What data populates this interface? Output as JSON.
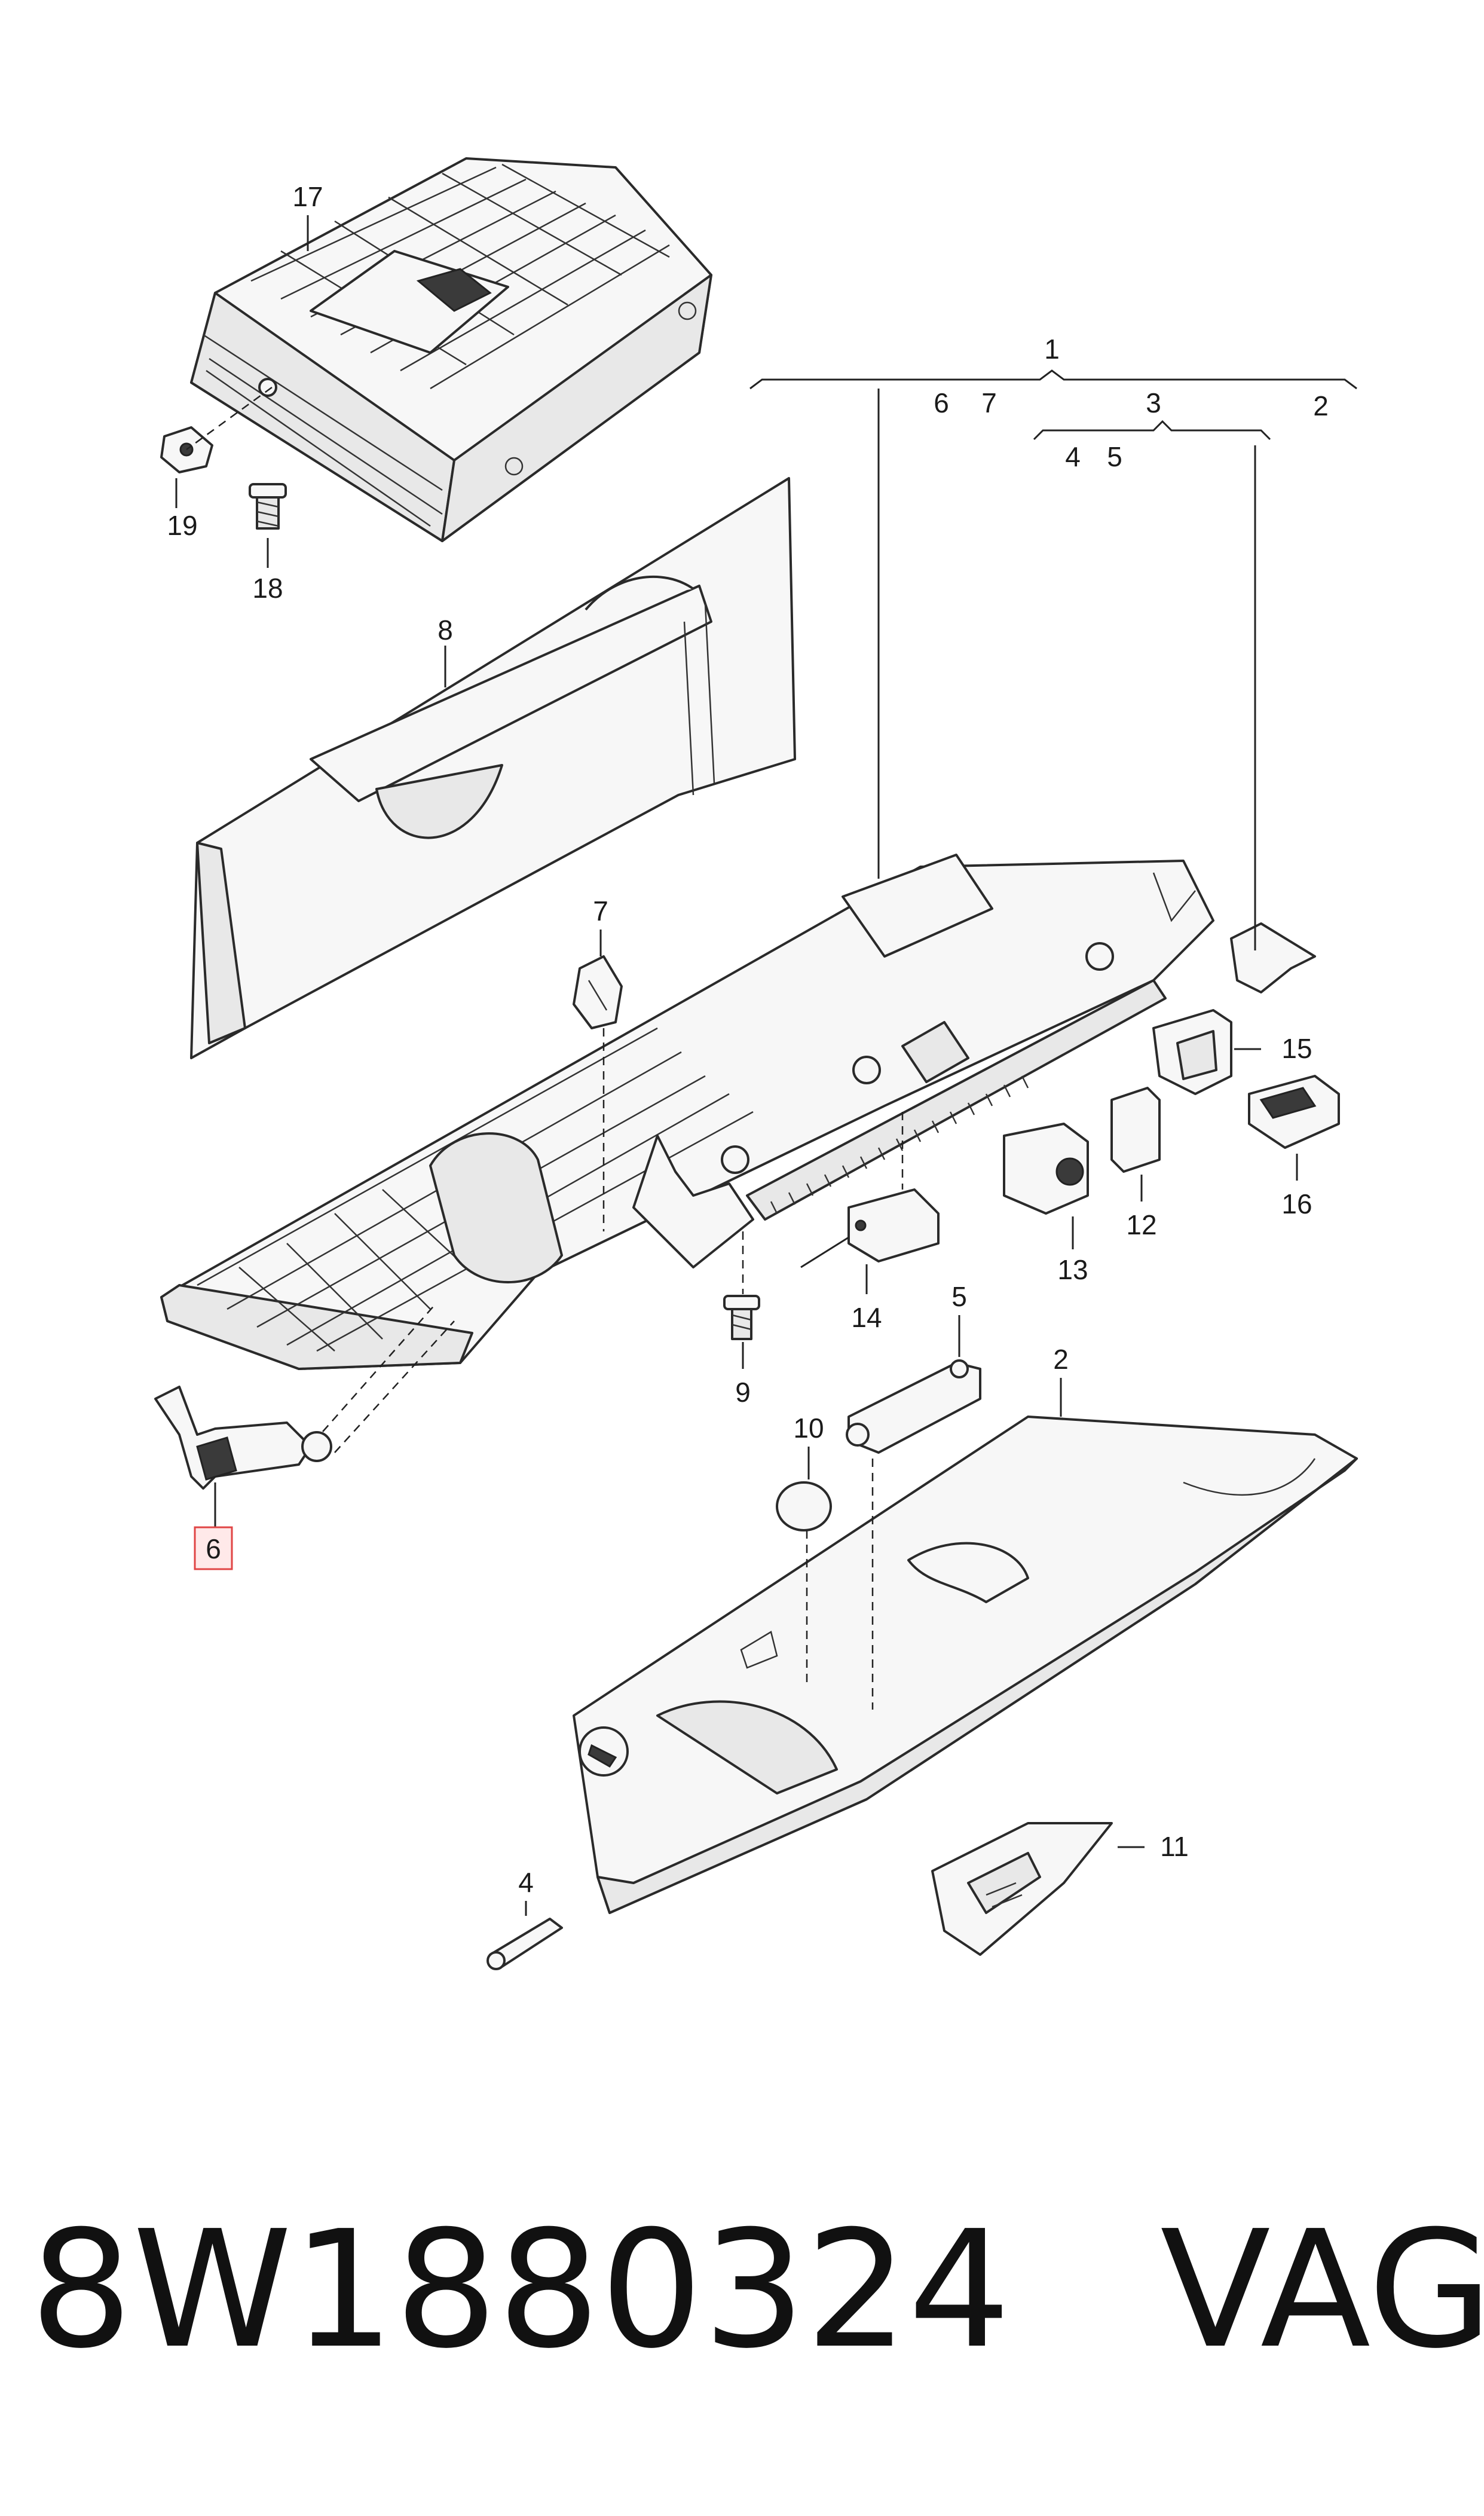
{
  "labels": {
    "p1": "1",
    "p2_group": "2",
    "p3": "3",
    "p4_group": "4",
    "p5_group": "5",
    "p6_group": "6",
    "p7_group": "7",
    "p2": "2",
    "p4": "4",
    "p5": "5",
    "p6": "6",
    "p7": "7",
    "p8": "8",
    "p9": "9",
    "p10": "10",
    "p11": "11",
    "p12": "12",
    "p13": "13",
    "p14": "14",
    "p15": "15",
    "p16": "16",
    "p17": "17",
    "p18": "18",
    "p19": "19"
  },
  "highlighted_part": "6",
  "footer": {
    "part_number": "8W1880324",
    "brand": "VAG"
  },
  "colors": {
    "highlight_fill": "#ffe9e9",
    "highlight_stroke": "#e04545"
  }
}
